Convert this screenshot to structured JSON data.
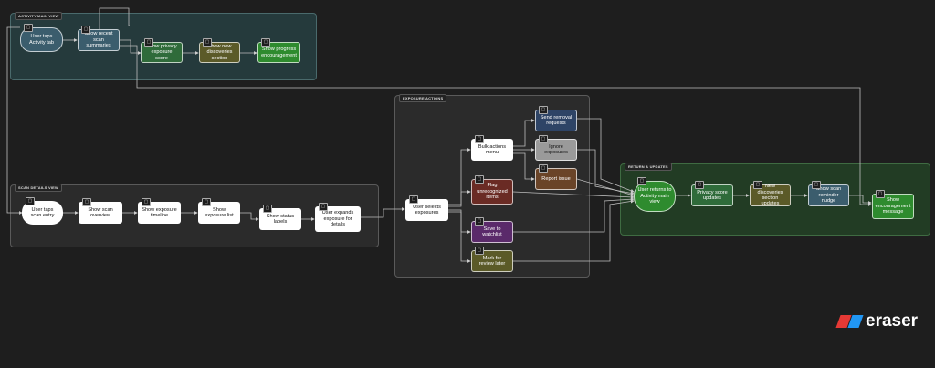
{
  "groups": {
    "activity": "ACTIVITY MAIN VIEW",
    "scan": "SCAN DETAILS VIEW",
    "exposure": "EXPOSURE ACTIONS",
    "return": "RETURN & UPDATES"
  },
  "nodes": {
    "user_taps_activity": "User taps Activity tab",
    "show_recent_scan": "Show recent scan summaries",
    "show_privacy_score": "Show privacy exposure score",
    "show_new_discoveries": "Show new discoveries section",
    "show_progress": "Show progress encouragement",
    "user_taps_scan": "User taps scan entry",
    "show_scan_overview": "Show scan overview",
    "show_exposure_timeline": "Show exposure timeline",
    "show_exposure_list": "Show exposure list",
    "show_status_labels": "Show status labels",
    "user_expands": "User expands exposure for details",
    "user_selects": "User selects exposures",
    "bulk_actions": "Bulk actions menu",
    "send_removal": "Send removal requests",
    "ignore_exposures": "Ignore exposures",
    "report_issue": "Report issue",
    "flag_unrecognized": "Flag unrecognized items",
    "save_watchlist": "Save to watchlist",
    "mark_review": "Mark for review later",
    "user_returns": "User returns to Activity main view",
    "privacy_updates": "Privacy score updates",
    "new_disc_updates": "New discoveries section updates",
    "show_scan_reminder": "Show scan reminder nudge",
    "show_encouragement": "Show encouragement message"
  },
  "colors": {
    "background": "#1e1e1e",
    "activity_group": "#253a3c",
    "return_group": "#223c24",
    "neutral_group": "#2b2b2b",
    "blue_node": "#3b5d6d",
    "green_node": "#2f6b3a",
    "olive_node": "#5b5a28",
    "bright_green_node": "#2e8b2e",
    "white_node": "#ffffff",
    "navy_node": "#2e4466",
    "gray_node": "#9a9a9a",
    "brown_node": "#6a4428",
    "red_node": "#6a2b24",
    "purple_node": "#5a2a6a",
    "logo_red": "#e53935",
    "logo_blue": "#2196f3"
  },
  "logo": "eraser"
}
